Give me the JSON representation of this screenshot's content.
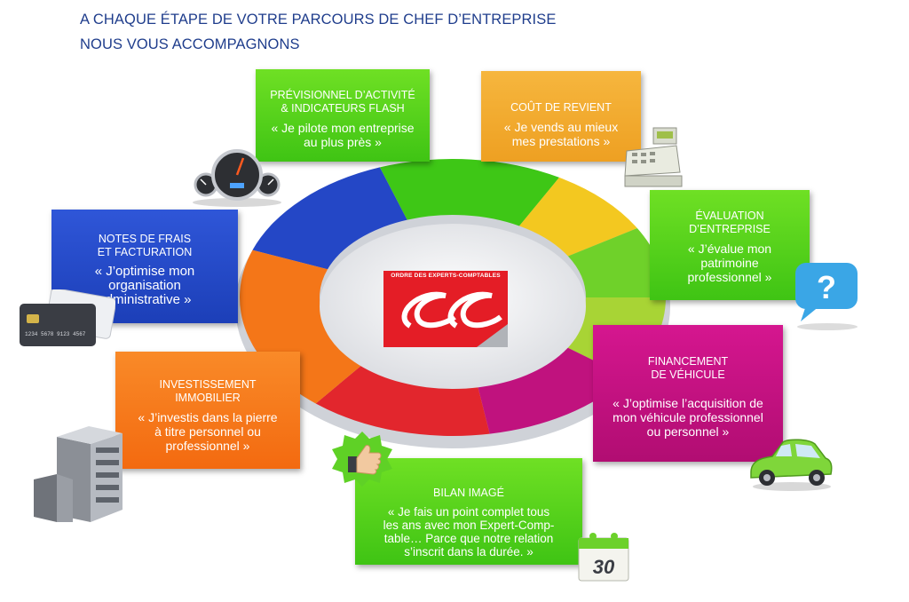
{
  "title": {
    "line1": "A CHAQUE ÉTAPE DE VOTRE PARCOURS DE CHEF D’ENTREPRISE",
    "line2": "NOUS VOUS ACCOMPAGNONS"
  },
  "logo": {
    "text": "ORDRE DES EXPERTS-COMPTABLES"
  },
  "boxes": [
    {
      "id": "previsionnel",
      "heading1": "PRÉVISIONNEL D’ACTIVITÉ",
      "heading2": "& INDICATEURS FLASH",
      "quote1": "« Je pilote mon entreprise",
      "quote2": "au plus près »",
      "quote3": ""
    },
    {
      "id": "cout",
      "heading1": "COÛT DE REVIENT",
      "heading2": "",
      "quote1": "« Je vends au mieux",
      "quote2": "mes prestations »",
      "quote3": ""
    },
    {
      "id": "evaluation",
      "heading1": "ÉVALUATION",
      "heading2": "D’ENTREPRISE",
      "quote1": "« J’évalue mon",
      "quote2": "patrimoine",
      "quote3": "professionnel »"
    },
    {
      "id": "notes",
      "heading1": "NOTES DE FRAIS",
      "heading2": "ET FACTURATION",
      "quote1": "« J’optimise mon",
      "quote2": "organisation",
      "quote3": "administrative »"
    },
    {
      "id": "investissement",
      "heading1": "INVESTISSEMENT",
      "heading2": "IMMOBILIER",
      "quote1": "« J’investis dans la pierre",
      "quote2": "à titre personnel ou",
      "quote3": "professionnel »"
    },
    {
      "id": "financement",
      "heading1": "FINANCEMENT",
      "heading2": "DE VÉHICULE",
      "quote1": "« J’optimise l’acquisition de",
      "quote2": "mon véhicule professionnel",
      "quote3": "ou personnel »"
    },
    {
      "id": "bilan",
      "heading1": "BILAN IMAGÉ",
      "heading2": "",
      "quote1": "« Je fais un point complet tous",
      "quote2": "les ans avec mon Expert-Comp-",
      "quote3": "table… Parce que notre relation",
      "quote4": "s’inscrit dans la durée. »"
    }
  ],
  "icons": {
    "calendar_number": "30",
    "question_mark": "?"
  },
  "colors": {
    "title": "#1f3d8c",
    "green": "#47c71a",
    "orange_light": "#f0a52a",
    "blue": "#2447c6",
    "orange": "#f47618",
    "magenta": "#c0127e",
    "logo_red": "#e41d26"
  }
}
